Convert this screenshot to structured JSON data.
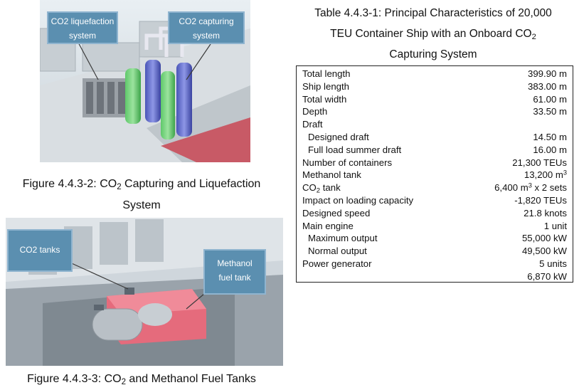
{
  "figure1": {
    "callouts": [
      "CO2 liquefaction system",
      "CO2 capturing system"
    ],
    "caption_prefix": "Figure 4.4.3-2: CO",
    "caption_sub": "2",
    "caption_suffix": " Capturing and Liquefaction",
    "caption_line2": "System"
  },
  "figure2": {
    "callouts": [
      "CO2 tanks",
      "Methanol fuel tank"
    ],
    "caption_prefix": "Figure 4.4.3-3: CO",
    "caption_sub": "2",
    "caption_suffix": " and Methanol Fuel Tanks"
  },
  "table": {
    "title_line1": "Table 4.4.3-1: Principal Characteristics of 20,000",
    "title_line2": "TEU Container Ship with an Onboard CO",
    "title_line2_sub": "2",
    "title_line3": "Capturing System",
    "rows": [
      {
        "label": "Total length",
        "value": "399.90 m"
      },
      {
        "label": "Ship length",
        "value": "383.00 m"
      },
      {
        "label": "Total width",
        "value": "61.00 m"
      },
      {
        "label": "Depth",
        "value": "33.50 m"
      },
      {
        "label": "Draft",
        "value": ""
      },
      {
        "label": "Designed draft",
        "value": "14.50 m"
      },
      {
        "label": "Full load summer draft",
        "value": "16.00 m"
      },
      {
        "label": "Number of containers",
        "value": "21,300 TEUs"
      },
      {
        "label": "Methanol tank",
        "value": "13,200 m",
        "value_sup": "3"
      },
      {
        "label": "CO",
        "label_sub": "2",
        "label_suffix": " tank",
        "value": "6,400 m",
        "value_sup": "3",
        "value_suffix": " x 2 sets"
      },
      {
        "label": "Impact on loading capacity",
        "value": "-1,820 TEUs"
      },
      {
        "label": "Designed speed",
        "value": "21.8 knots"
      },
      {
        "label": "Main engine",
        "value": "1 unit"
      },
      {
        "label": "Maximum output",
        "value": "55,000 kW"
      },
      {
        "label": "Normal output",
        "value": "49,500 kW"
      },
      {
        "label": "Power generator",
        "value": "5  units"
      },
      {
        "label": "",
        "value": "6,870 kW"
      }
    ]
  }
}
